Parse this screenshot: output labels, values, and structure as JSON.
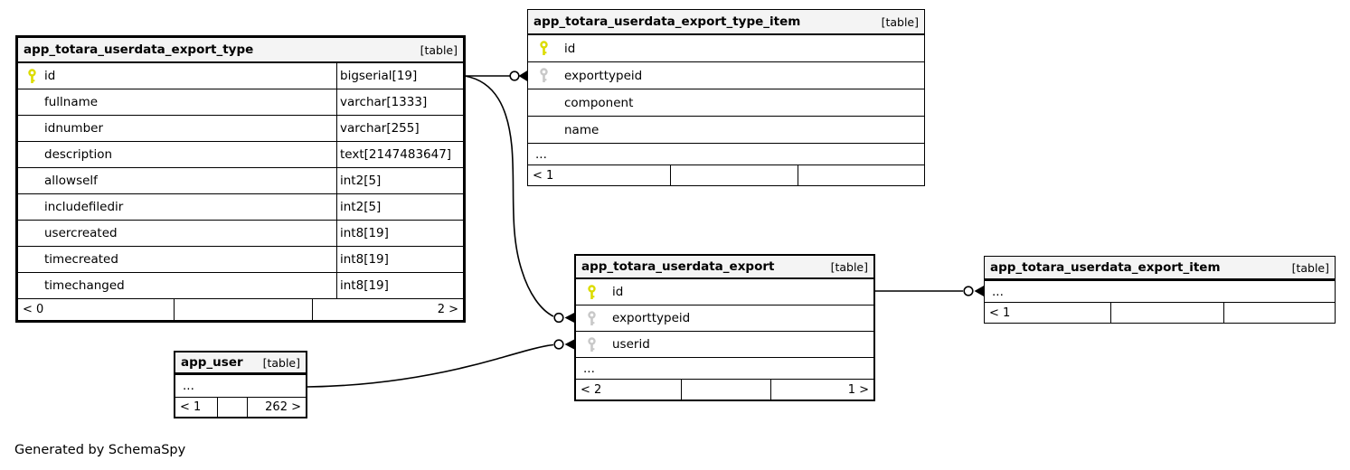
{
  "generator_note": "Generated by SchemaSpy",
  "colors": {
    "header_bg": "#f4f4f4",
    "line": "#000000",
    "pk_fill": "#dcdc00",
    "fk_fill": "#c8c8c8"
  },
  "icons": {
    "primary_key_icon": "yellow key",
    "foreign_key_icon": "gray key"
  },
  "tables": [
    {
      "name": "app_totara_userdata_export_type",
      "tag": "[table]",
      "columns": [
        {
          "name": "id",
          "type": "bigserial[19]",
          "key": "pk"
        },
        {
          "name": "fullname",
          "type": "varchar[1333]",
          "key": null
        },
        {
          "name": "idnumber",
          "type": "varchar[255]",
          "key": null
        },
        {
          "name": "description",
          "type": "text[2147483647]",
          "key": null
        },
        {
          "name": "allowself",
          "type": "int2[5]",
          "key": null
        },
        {
          "name": "includefiledir",
          "type": "int2[5]",
          "key": null
        },
        {
          "name": "usercreated",
          "type": "int8[19]",
          "key": null
        },
        {
          "name": "timecreated",
          "type": "int8[19]",
          "key": null
        },
        {
          "name": "timechanged",
          "type": "int8[19]",
          "key": null
        }
      ],
      "footer": {
        "left": "< 0",
        "middle": "",
        "right": "2 >"
      }
    },
    {
      "name": "app_totara_userdata_export_type_item",
      "tag": "[table]",
      "columns": [
        {
          "name": "id",
          "key": "pk"
        },
        {
          "name": "exporttypeid",
          "key": "fk"
        },
        {
          "name": "component",
          "key": null
        },
        {
          "name": "name",
          "key": null
        }
      ],
      "ellipsis": "...",
      "footer": {
        "left": "< 1",
        "middle": "",
        "right": ""
      }
    },
    {
      "name": "app_totara_userdata_export",
      "tag": "[table]",
      "columns": [
        {
          "name": "id",
          "key": "pk"
        },
        {
          "name": "exporttypeid",
          "key": "fk"
        },
        {
          "name": "userid",
          "key": "fk"
        }
      ],
      "ellipsis": "...",
      "footer": {
        "left": "< 2",
        "middle": "",
        "right": "1 >"
      }
    },
    {
      "name": "app_totara_userdata_export_item",
      "tag": "[table]",
      "ellipsis": "...",
      "footer": {
        "left": "< 1",
        "middle": "",
        "right": ""
      }
    },
    {
      "name": "app_user",
      "tag": "[table]",
      "ellipsis": "...",
      "footer": {
        "left": "< 1",
        "middle": "",
        "right": "262 >"
      }
    }
  ],
  "relations": [
    {
      "from": "app_totara_userdata_export_type.id",
      "to": "app_totara_userdata_export_type_item.exporttypeid"
    },
    {
      "from": "app_totara_userdata_export_type.id",
      "to": "app_totara_userdata_export.exporttypeid"
    },
    {
      "from": "app_user",
      "to": "app_totara_userdata_export.userid"
    },
    {
      "from": "app_totara_userdata_export.id",
      "to": "app_totara_userdata_export_item"
    }
  ]
}
